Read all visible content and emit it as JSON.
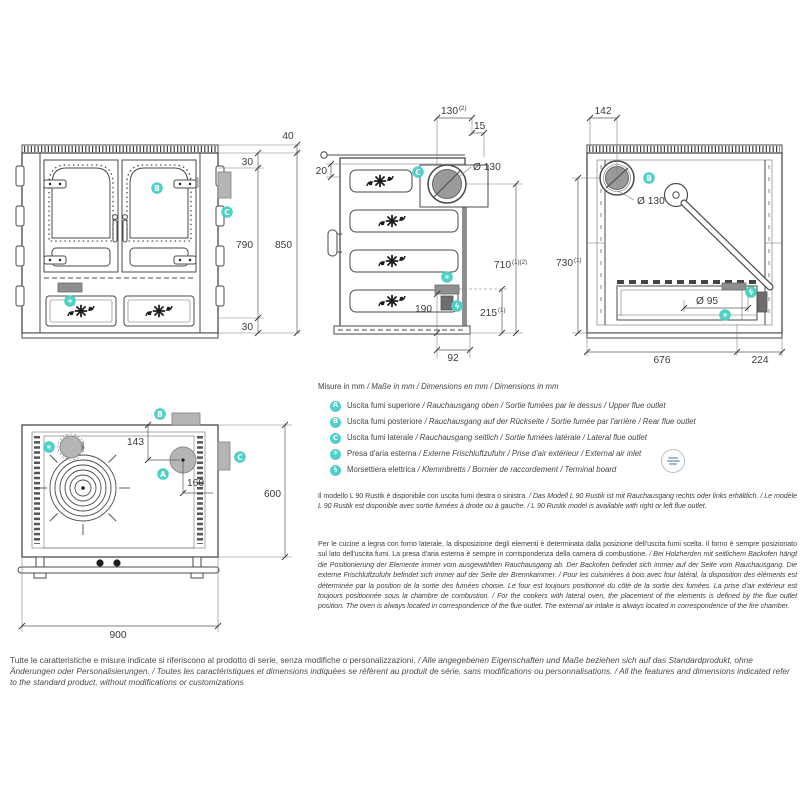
{
  "colors": {
    "accent": "#4fd0c7",
    "line": "#4a4a4a",
    "gray_fill": "#b5b5b5",
    "dark_fill": "#8f8f8f"
  },
  "callouts": {
    "a": "A",
    "b": "B",
    "c": "C"
  },
  "symbols": {
    "air": "*",
    "elec": "ϟ"
  },
  "dims": {
    "front": {
      "h40": "40",
      "t30": "30",
      "mid790": "790",
      "tot850": "850",
      "b30": "30"
    },
    "side": {
      "off130": "130",
      "off130sup": "(2)",
      "off15": "15",
      "dia130": "Ø 130",
      "off20": "20",
      "h710": "710",
      "h710sup": "(1)(2)",
      "h190": "190",
      "h215": "215",
      "h215sup": "(1)",
      "w92": "92"
    },
    "rear": {
      "off142": "142",
      "dia130": "Ø 130",
      "h730": "730",
      "h730sup": "(1)",
      "dia95": "Ø 95",
      "w676": "676",
      "w224": "224"
    },
    "top": {
      "off143": "143",
      "off160": "160",
      "d600": "600",
      "w900": "900"
    }
  },
  "legend": {
    "units_it": "Misure in mm",
    "units_rest": " / Maße in mm / Dimensions en mm / Dimensions in mm",
    "items": [
      {
        "key": "A",
        "it": "Uscita fumi superiore",
        "rest": " / Rauchausgang oben  / Sortie fumées par le dessus / Upper flue outlet"
      },
      {
        "key": "B",
        "it": "Uscita fumi posteriore",
        "rest": " /  Rauchausgang auf der Rückseite / Sortie fumée par l'arrière / Rear flue outlet"
      },
      {
        "key": "C",
        "it": "Uscita fumi laterale",
        "rest": " / Rauchausgang seitlich  / Sortie fumées latérale / Lateral flue outlet"
      },
      {
        "key": "*",
        "it": "Presa d'aria esterna",
        "rest": " / Externe Frischluftzufuhr / Prise d'air extérieur / External air inlet"
      },
      {
        "key": "ϟ",
        "it": "Morsettiera elettrica",
        "rest": " / Klemmbretts / Bornier de raccordement / Terminal board"
      }
    ]
  },
  "paragraphs": {
    "availability": {
      "it": "Il modello L 90 Rustik è disponibile con uscita fumi destra o sinistra.",
      "rest": " / Das Modell L 90 Rustik ist mit Rauchausgang rechts oder links erhältlich. / Le modèle L 90 Rustik est disponible avec sortie fumées à droite ou à gauche. / L 90 Rustik model is available with right or left flue outlet."
    },
    "layout": {
      "it": "Per le cucine a legna con forno laterale, la disposizione degli elementi è determinata dalla posizione dell'uscita fumi scelta. Il forno è sempre posizionato sul lato dell'uscita fumi. La presa d'aria esterna è sempre in corrispondenza della camera di combustione.",
      "rest": " / Bei Holzherden mit seitlichem Backofen hängt die Positionierung der Elemente immer vom ausgewählten Rauchausgang ab. Der Backofen befindet sich immer auf der Seite vom Rauchausgang. Die externe Frischluftzufuhr befindet sich immer auf der Seite der Brennkammer. / Pour les cuisinières à bois avec four latéral, la disposition des éléments est déterminée par la position de la sortie des fumées choisie. Le four est toujours positionné du côté de la sortie des fumées. La prise d'air extérieur est toujours positionnée sous la chambre de combustion. / For the cookers with lateral oven, the placement of the elements is defined by the flue outlet position. The oven is always located in correspondence of the flue outlet. The external air intake is always located in correspondence of the fire chamber."
    },
    "disclaimer": {
      "it": "Tutte le caratteristiche e misure indicate si riferiscono al prodotto di serie, senza modifiche o personalizzazioni.",
      "rest": " / Alle angegebenen Eigenschaften und Maße beziehen sich auf das Standardprodukt, ohne Änderungen oder Personalisierungen. / Toutes les caractéristiques et dimensions indiquées se réfèrent au produit de série, sans modifications ou personnalisations. / All the features and dimensions indicated refer to the standard product, without modifications or customizations"
    }
  }
}
